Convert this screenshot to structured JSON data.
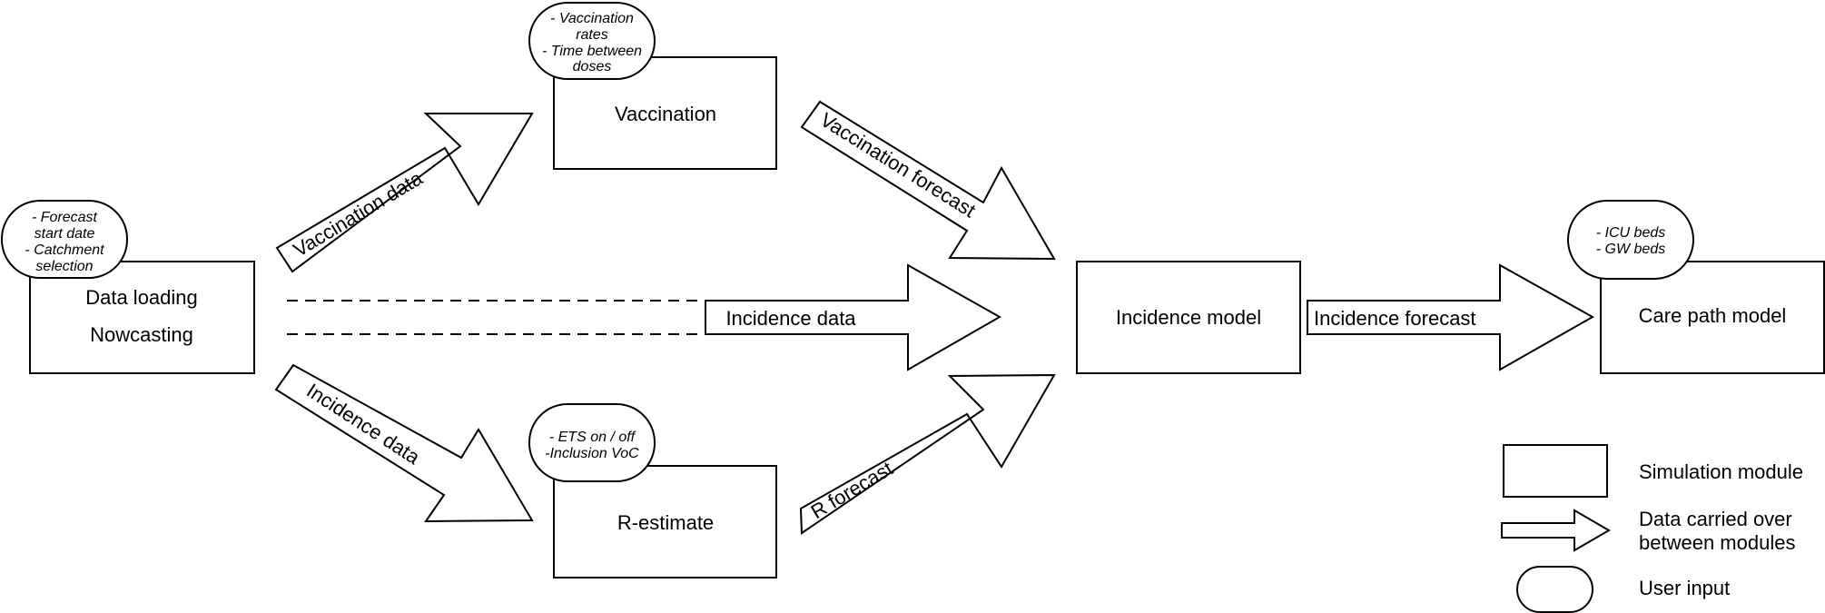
{
  "modules": {
    "data_loading": {
      "line1": "Data loading",
      "line2": "Nowcasting"
    },
    "vaccination": "Vaccination",
    "r_estimate": "R-estimate",
    "incidence_model": "Incidence model",
    "care_path_model": "Care path model"
  },
  "arrows": {
    "vaccination_data": "Vaccination data",
    "incidence_data_middle": "Incidence data",
    "incidence_data_lower": "Incidence data",
    "vaccination_forecast": "Vaccination forecast",
    "r_forecast": "R forecast",
    "incidence_forecast": "Incidence forecast"
  },
  "inputs": {
    "data_loading": [
      "- Forecast",
      "start date",
      "- Catchment",
      "selection"
    ],
    "vaccination": [
      "- Vaccination",
      "rates",
      "- Time between",
      "doses"
    ],
    "r_estimate": [
      "- ETS on / off",
      "-Inclusion VoC"
    ],
    "care_path": [
      "- ICU beds",
      "- GW beds"
    ]
  },
  "legend": {
    "simulation_module": "Simulation module",
    "data_carried_line1": "Data carried over",
    "data_carried_line2": "between modules",
    "user_input": "User input"
  }
}
